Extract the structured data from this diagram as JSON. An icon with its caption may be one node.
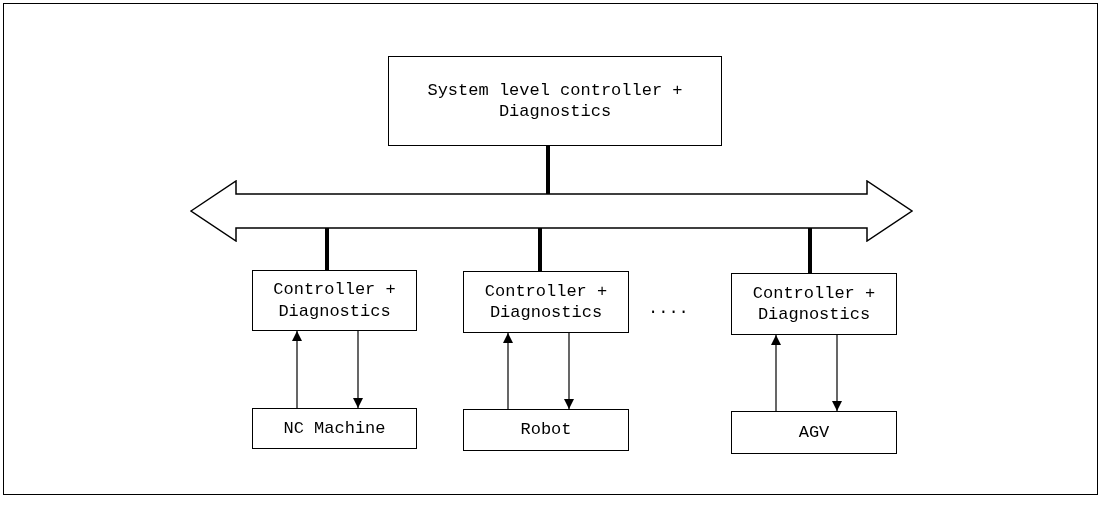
{
  "diagram": {
    "nodes": [
      {
        "text": [
          "System level controller + Diagnostics"
        ]
      },
      {
        "text": [],
        "shape": "double-arrow"
      },
      {
        "text": [
          "Controller + Diagnostics"
        ]
      },
      {
        "text": [
          "Controller + Diagnostics"
        ]
      },
      {
        "text": [
          "Controller + Diagnostics"
        ]
      },
      {
        "text": [
          "NC Machine"
        ]
      },
      {
        "text": [
          "Robot"
        ]
      },
      {
        "text": [
          "AGV"
        ]
      }
    ],
    "edges": [
      {
        "from": 0,
        "to": 1,
        "arrow": "none",
        "style": "thick"
      },
      {
        "from": 2,
        "to": 1,
        "arrow": "none",
        "style": "thick"
      },
      {
        "from": 3,
        "to": 1,
        "arrow": "none",
        "style": "thick"
      },
      {
        "from": 4,
        "to": 1,
        "arrow": "none",
        "style": "thick"
      },
      {
        "from": 5,
        "to": 2,
        "arrow": "to"
      },
      {
        "from": 2,
        "to": 5,
        "arrow": "to"
      },
      {
        "from": 6,
        "to": 3,
        "arrow": "to"
      },
      {
        "from": 3,
        "to": 6,
        "arrow": "to"
      },
      {
        "from": 7,
        "to": 4,
        "arrow": "to"
      },
      {
        "from": 4,
        "to": 7,
        "arrow": "to"
      }
    ],
    "labels": [
      "...."
    ]
  }
}
